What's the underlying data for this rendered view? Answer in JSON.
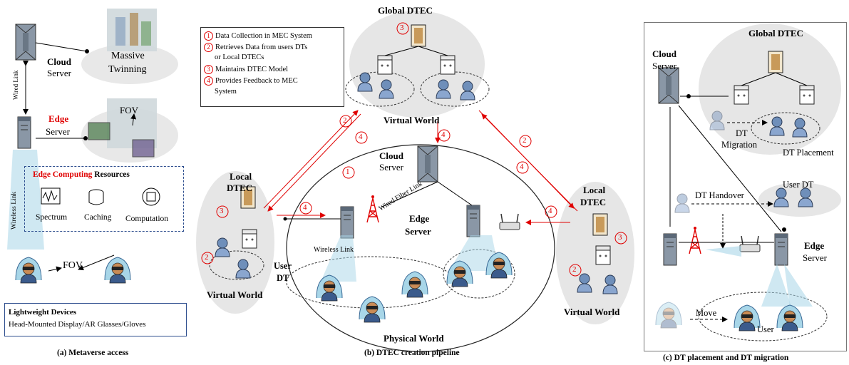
{
  "panel_a": {
    "cloud_label": "Cloud",
    "server_label": "Server",
    "massive_twinning_1": "Massive",
    "massive_twinning_2": "Twinning",
    "wired_link": "Wired Link",
    "edge_label": "Edge",
    "edge_server_label": "Server",
    "fov_top": "FOV",
    "resources_title_red": "Edge Computing",
    "resources_title_rest": " Resources",
    "spectrum": "Spectrum",
    "caching": "Caching",
    "computation": "Computation",
    "wireless_link": "Wireless Link",
    "fov_bottom": "FOV",
    "devices_title": "Lightweight Devices",
    "devices_text": "Head-Mounted Display/AR Glasses/Gloves",
    "caption": "(a) Metaverse access"
  },
  "panel_b": {
    "legend": [
      {
        "num": "1",
        "text": "Data Collection in MEC System"
      },
      {
        "num": "2",
        "text": "Retrieves Data from users DTs"
      },
      {
        "num": "",
        "text": "or Local DTECs"
      },
      {
        "num": "3",
        "text": "Maintains DTEC Model"
      },
      {
        "num": "4",
        "text": "Provides Feedback to MEC"
      },
      {
        "num": "",
        "text": "System"
      }
    ],
    "global_dtec": "Global DTEC",
    "virtual_world_top": "Virtual World",
    "cloud": "Cloud",
    "cloud_server": "Server",
    "local_dtec_left_1": "Local",
    "local_dtec_left_2": "DTEC",
    "local_dtec_right_1": "Local",
    "local_dtec_right_2": "DTEC",
    "wired_fiber_link": "Wired Fiber Link",
    "edge": "Edge",
    "edge_server": "Server",
    "wireless_link": "Wireless Link",
    "user_dt_1": "User",
    "user_dt_2": "DT",
    "virtual_world_left": "Virtual World",
    "virtual_world_right": "Virtual World",
    "physical_world": "Physical World",
    "caption": "(b) DTEC creation pipeline",
    "n1": "1",
    "n2": "2",
    "n3": "3",
    "n4": "4"
  },
  "panel_c": {
    "global_dtec": "Global DTEC",
    "cloud": "Cloud",
    "server": "Server",
    "dt_migration_1": "DT",
    "dt_migration_2": "Migration",
    "dt_placement": "DT Placement",
    "dt_handover": "DT Handover",
    "user_dt": "User DT",
    "edge": "Edge",
    "edge_server": "Server",
    "move": "Move",
    "user": "User",
    "caption": "(c) DT placement and DT migration"
  },
  "colors": {
    "red": "#e00000",
    "user_blue": "#7f9fc8",
    "server_gray": "#8a97a6",
    "cloud_gray": "#e6e6e6",
    "beam": "#a8d6e8"
  }
}
